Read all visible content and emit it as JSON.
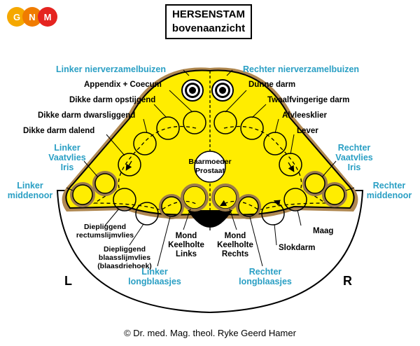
{
  "logo": {
    "letters": [
      "G",
      "N",
      "M"
    ],
    "colors": [
      "#f5a800",
      "#f07c00",
      "#e52420"
    ]
  },
  "title": {
    "line1": "HERSENSTAM",
    "line2": "bovenaanzicht"
  },
  "colors": {
    "brain": "#ffed00",
    "outline": "#000000",
    "blue_text": "#2a9fc4",
    "relay_ring": "#9c7b4a"
  },
  "labels": {
    "linker_nier": "Linker nierverzamelbuizen",
    "rechter_nier": "Rechter nierverzamelbuizen",
    "appendix": "Appendix + Coecum",
    "dunne_darm": "Dunne darm",
    "dikke_opstijgend": "Dikke darm opstijgend",
    "twaalfvinger": "Twaalfvingerige darm",
    "dikke_dwars": "Dikke darm dwarsliggend",
    "alvleesklier": "Alvleesklier",
    "dikke_dalend": "Dikke darm dalend",
    "lever": "Lever",
    "linker_vaat_1": "Linker",
    "linker_vaat_2": "Vaatvlies",
    "linker_vaat_3": "Iris",
    "rechter_vaat_1": "Rechter",
    "rechter_vaat_2": "Vaatvlies",
    "rechter_vaat_3": "Iris",
    "linker_midden_1": "Linker",
    "linker_midden_2": "middenoor",
    "rechter_midden_1": "Rechter",
    "rechter_midden_2": "middenoor",
    "baarmoeder_1": "Baarmoeder",
    "baarmoeder_2": "Prostaat",
    "diep_rectum_1": "Diepliggend",
    "diep_rectum_2": "rectumslijmvlies",
    "diep_blaas_1": "Diepliggend",
    "diep_blaas_2": "blaasslijmvlies",
    "diep_blaas_3": "(blaasdriehoek)",
    "mond_links_1": "Mond",
    "mond_links_2": "Keelholte",
    "mond_links_3": "Links",
    "mond_rechts_1": "Mond",
    "mond_rechts_2": "Keelholte",
    "mond_rechts_3": "Rechts",
    "maag": "Maag",
    "slokdarm": "Slokdarm",
    "linker_long_1": "Linker",
    "linker_long_2": "longblaasjes",
    "rechter_long_1": "Rechter",
    "rechter_long_2": "longblaasjes",
    "side_left": "L",
    "side_right": "R"
  },
  "copyright": "© Dr. med. Mag. theol. Ryke Geerd Hamer"
}
